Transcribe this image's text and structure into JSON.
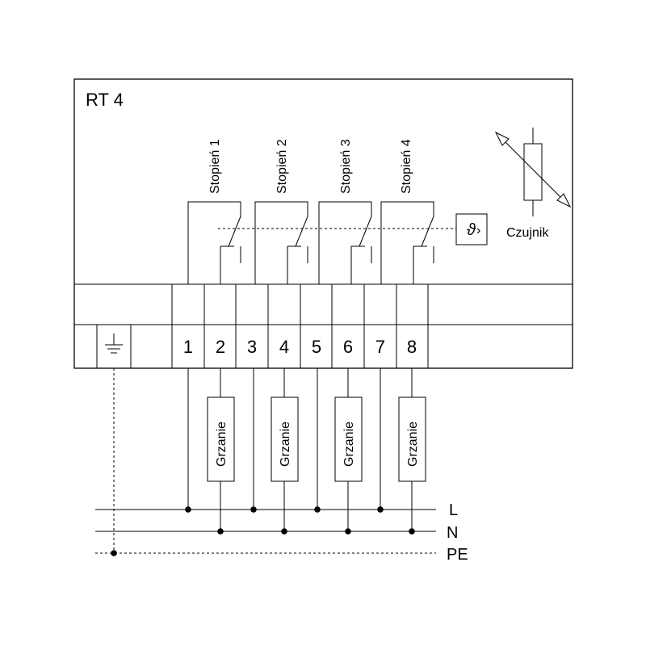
{
  "device": {
    "title": "RT 4",
    "sensor_label": "Czujnik",
    "thermostat_symbol": "ϑ",
    "thermostat_arrow": "›"
  },
  "stages": [
    {
      "label": "Stopień 1"
    },
    {
      "label": "Stopień 2"
    },
    {
      "label": "Stopień 3"
    },
    {
      "label": "Stopień 4"
    }
  ],
  "terminals": [
    "1",
    "2",
    "3",
    "4",
    "5",
    "6",
    "7",
    "8"
  ],
  "heaters": [
    {
      "label": "Grzanie"
    },
    {
      "label": "Grzanie"
    },
    {
      "label": "Grzanie"
    },
    {
      "label": "Grzanie"
    }
  ],
  "buses": {
    "L": "L",
    "N": "N",
    "PE": "PE"
  },
  "icons": {
    "ground": "ground-icon",
    "relay": "relay-contact-icon",
    "sensor": "sensor-thermistor-icon"
  }
}
